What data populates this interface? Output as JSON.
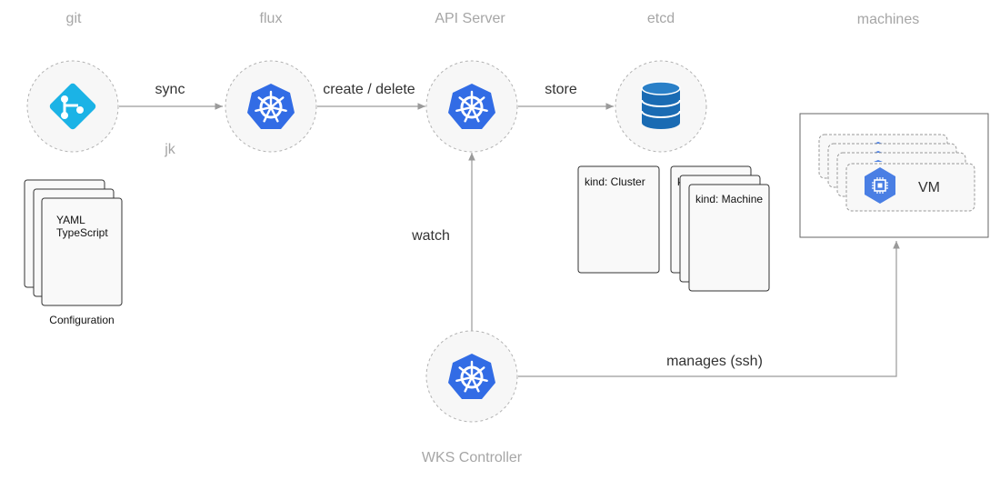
{
  "colors": {
    "kube_blue": "#326ce5",
    "git_blue": "#1bb3e6",
    "etcd_blue": "#1a6bb3",
    "gce_blue": "#4a7fe4",
    "edge_gray": "#9a9a9a",
    "title_gray": "#a6a6a6"
  },
  "nodes": {
    "git": {
      "title": "git",
      "icon": "git-icon"
    },
    "flux": {
      "title": "flux",
      "icon": "kubernetes-icon"
    },
    "api_server": {
      "title": "API Server",
      "icon": "kubernetes-icon"
    },
    "etcd": {
      "title": "etcd",
      "icon": "database-icon"
    },
    "machines": {
      "title": "machines"
    },
    "wks_controller": {
      "title": "WKS Controller",
      "icon": "kubernetes-icon"
    }
  },
  "edges": {
    "sync": "sync",
    "jk": "jk",
    "create_delete": "create / delete",
    "store": "store",
    "watch": "watch",
    "manages": "manages (ssh)"
  },
  "config_doc": {
    "line1": "YAML",
    "line2": "TypeScript",
    "caption": "Configuration"
  },
  "etcd_docs": {
    "cluster": "kind: Cluster",
    "machine": "kind: Machine",
    "hidden_letter": "k"
  },
  "vm": {
    "label": "VM",
    "icon": "compute-chip-icon"
  }
}
